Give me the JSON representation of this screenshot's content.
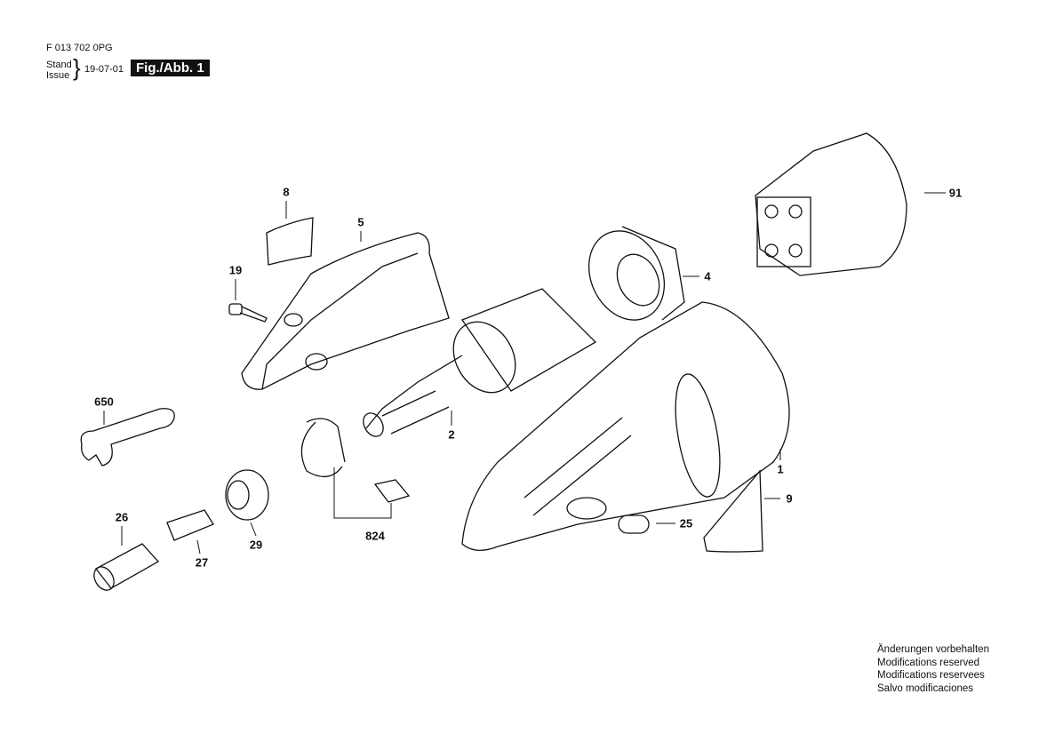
{
  "header": {
    "doc_number": "F 013 702 0PG",
    "stand_label": "Stand",
    "issue_label": "Issue",
    "date": "19-07-01",
    "figure_label": "Fig./Abb. 1"
  },
  "part_labels": {
    "p8": "8",
    "p5": "5",
    "p19": "19",
    "p650": "650",
    "p2": "2",
    "p4": "4",
    "p91": "91",
    "p1": "1",
    "p9": "9",
    "p25": "25",
    "p824": "824",
    "p26": "26",
    "p27": "27",
    "p29": "29"
  },
  "notes": [
    "Änderungen vorbehalten",
    "Modifications reserved",
    "Modifications reservees",
    "Salvo modificaciones"
  ]
}
